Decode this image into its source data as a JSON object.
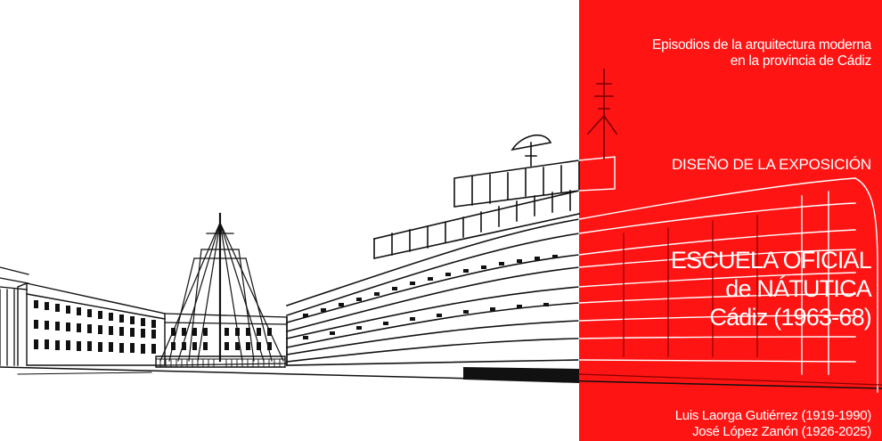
{
  "series": {
    "line1": "Episodios de la arquitectura moderna",
    "line2": "en la provincia de Cádiz"
  },
  "exhibition_label": "DISEÑO DE LA EXPOSICIÓN",
  "title": {
    "line1": "ESCUELA OFICIAL",
    "line2": "de NÁTUTICA",
    "line3": "Cádiz (1963-68)"
  },
  "architects": [
    "Luis Laorga Gutiérrez (1919-1990)",
    "José López Zanón (1926-2025)"
  ],
  "colors": {
    "panel": "#ff1414",
    "text": "#ffffff",
    "drawing": "#111111"
  },
  "illustration": "architectural-line-drawing"
}
